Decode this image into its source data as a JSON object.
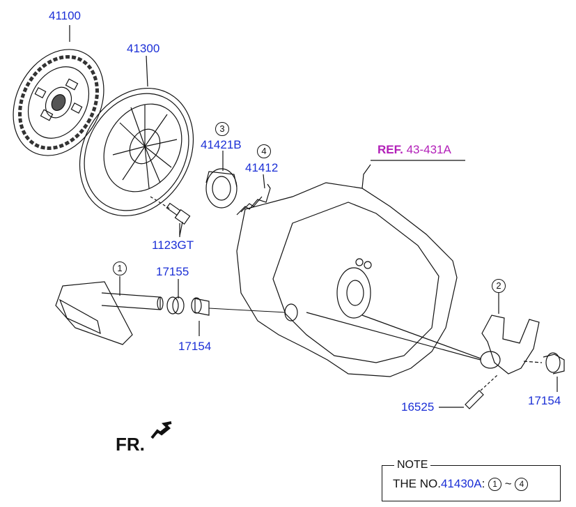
{
  "parts": {
    "p41100": "41100",
    "p41300": "41300",
    "p41421b": "41421B",
    "p41412": "41412",
    "p1123gt": "1123GT",
    "p17155": "17155",
    "p17154_left": "17154",
    "p17154_right": "17154",
    "p16525": "16525"
  },
  "ref": {
    "prefix": "REF.",
    "code": "43-431A"
  },
  "callouts": {
    "c1": "1",
    "c2": "2",
    "c3": "3",
    "c4": "4"
  },
  "front_marker": "FR.",
  "note": {
    "title": "NOTE",
    "text": "THE NO.",
    "code": "41430A",
    "sep": ":",
    "from": "1",
    "tilde": "~",
    "to": "4"
  },
  "colors": {
    "label_blue": "#1b2fd6",
    "ref_magenta": "#b21fb8",
    "line": "#111111"
  }
}
